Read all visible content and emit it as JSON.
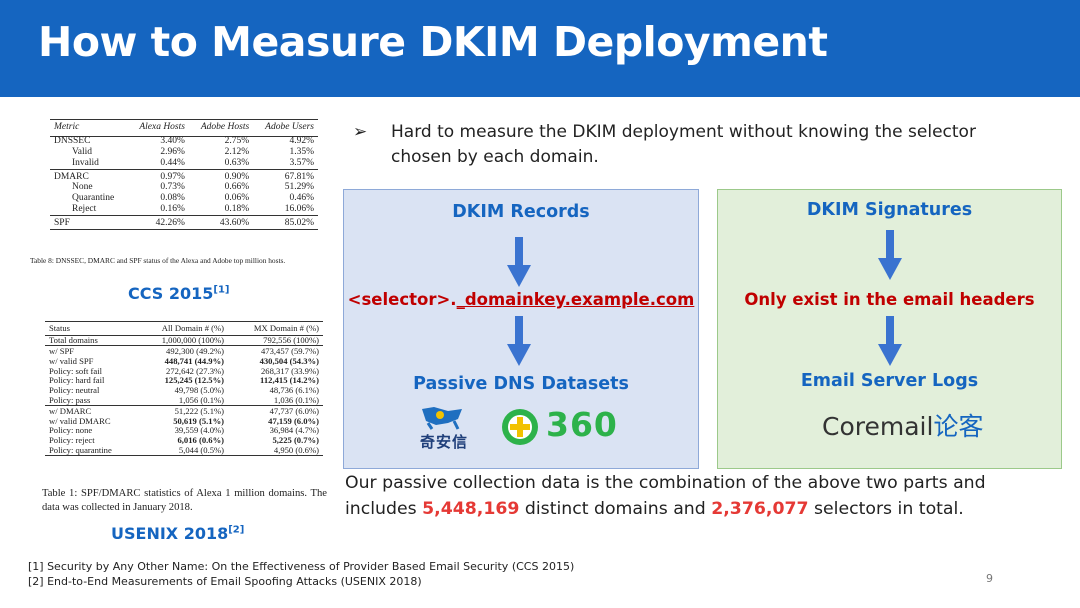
{
  "slide": {
    "title": "How to Measure DKIM Deployment",
    "page_number": "9"
  },
  "table1": {
    "headers": [
      "Metric",
      "Alexa Hosts",
      "Adobe Hosts",
      "Adobe Users"
    ],
    "rows": [
      [
        "DNSSEC",
        "3.40%",
        "2.75%",
        "4.92%"
      ],
      [
        "Valid",
        "2.96%",
        "2.12%",
        "1.35%"
      ],
      [
        "Invalid",
        "0.44%",
        "0.63%",
        "3.57%"
      ],
      [
        "DMARC",
        "0.97%",
        "0.90%",
        "67.81%"
      ],
      [
        "None",
        "0.73%",
        "0.66%",
        "51.29%"
      ],
      [
        "Quarantine",
        "0.08%",
        "0.06%",
        "0.46%"
      ],
      [
        "Reject",
        "0.16%",
        "0.18%",
        "16.06%"
      ],
      [
        "SPF",
        "42.26%",
        "43.60%",
        "85.02%"
      ]
    ],
    "caption": "Table 8: DNSSEC, DMARC and SPF status of the Alexa and Adobe top million hosts."
  },
  "label_ccs": {
    "text": "CCS 2015",
    "ref": "[1]"
  },
  "table2": {
    "headers": [
      "Status",
      "All Domain # (%)",
      "MX Domain # (%)"
    ],
    "rows": [
      [
        "Total domains",
        "1,000,000 (100%)",
        "792,556 (100%)"
      ],
      [
        "w/ SPF",
        "492,300 (49.2%)",
        "473,457 (59.7%)"
      ],
      [
        "w/ valid SPF",
        "448,741 (44.9%)",
        "430,504 (54.3%)"
      ],
      [
        "Policy: soft fail",
        "272,642 (27.3%)",
        "268,317 (33.9%)"
      ],
      [
        "Policy: hard fail",
        "125,245 (12.5%)",
        "112,415 (14.2%)"
      ],
      [
        "Policy: neutral",
        "49,798 (5.0%)",
        "48,736 (6.1%)"
      ],
      [
        "Policy: pass",
        "1,056 (0.1%)",
        "1,036 (0.1%)"
      ],
      [
        "w/ DMARC",
        "51,222 (5.1%)",
        "47,737 (6.0%)"
      ],
      [
        "w/ valid DMARC",
        "50,619 (5.1%)",
        "47,159 (6.0%)"
      ],
      [
        "Policy: none",
        "39,559 (4.0%)",
        "36,984 (4.7%)"
      ],
      [
        "Policy: reject",
        "6,016 (0.6%)",
        "5,225 (0.7%)"
      ],
      [
        "Policy: quarantine",
        "5,044 (0.5%)",
        "4,950 (0.6%)"
      ]
    ],
    "caption": "Table 1: SPF/DMARC statistics of Alexa 1 million domains. The data was collected in January 2018."
  },
  "label_usenix": {
    "text": "USENIX 2018",
    "ref": "[2]"
  },
  "bullet": {
    "marker": "➢",
    "text": "Hard to measure the DKIM deployment without knowing the selector chosen by each domain."
  },
  "left_box": {
    "title": "DKIM Records",
    "selector_prefix": "<selector>.",
    "selector_rest": "_domainkey.example.com",
    "bottom": "Passive DNS Datasets",
    "logo1_cn": "奇安信",
    "logo2": "360"
  },
  "right_box": {
    "title": "DKIM Signatures",
    "middle": "Only exist in the email headers",
    "bottom": "Email Server Logs",
    "logo_en": "Coremail",
    "logo_cn": "论客"
  },
  "summary": {
    "part1": "Our passive collection data is the combination of the above two parts and includes ",
    "domains": "5,448,169",
    "part2": " distinct domains and ",
    "selectors": "2,376,077",
    "part3": " selectors in total."
  },
  "references": [
    "[1] Security by Any Other Name: On the Effectiveness of Provider Based Email Security (CCS 2015)",
    "[2] End-to-End Measurements of Email Spoofing Attacks (USENIX 2018)"
  ],
  "colors": {
    "title_bar": "#1565c0",
    "left_box_bg": "#dae3f3",
    "right_box_bg": "#e2efda",
    "highlight_red": "#e53935",
    "arrow_blue": "#3a73d0"
  }
}
